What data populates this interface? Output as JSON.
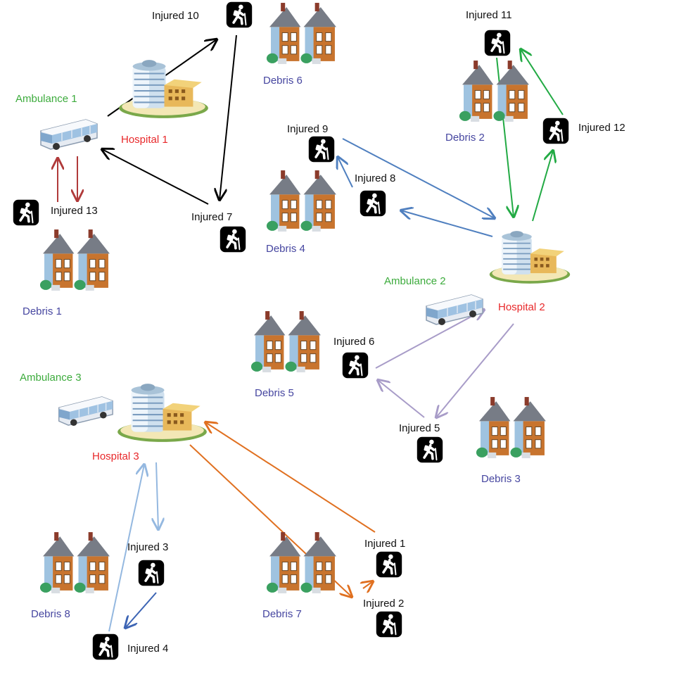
{
  "hospitals": [
    {
      "id": "h1",
      "label": "Hospital 1"
    },
    {
      "id": "h2",
      "label": "Hospital 2"
    },
    {
      "id": "h3",
      "label": "Hospital 3"
    }
  ],
  "ambulances": [
    {
      "id": "a1",
      "label": "Ambulance 1"
    },
    {
      "id": "a2",
      "label": "Ambulance 2"
    },
    {
      "id": "a3",
      "label": "Ambulance 3"
    }
  ],
  "debris": [
    {
      "id": "d1",
      "label": "Debris 1"
    },
    {
      "id": "d2",
      "label": "Debris 2"
    },
    {
      "id": "d3",
      "label": "Debris 3"
    },
    {
      "id": "d4",
      "label": "Debris 4"
    },
    {
      "id": "d5",
      "label": "Debris 5"
    },
    {
      "id": "d6",
      "label": "Debris 6"
    },
    {
      "id": "d7",
      "label": "Debris 7"
    },
    {
      "id": "d8",
      "label": "Debris 8"
    }
  ],
  "injured": [
    {
      "id": "i1",
      "label": "Injured 1"
    },
    {
      "id": "i2",
      "label": "Injured 2"
    },
    {
      "id": "i3",
      "label": "Injured 3"
    },
    {
      "id": "i4",
      "label": "Injured 4"
    },
    {
      "id": "i5",
      "label": "Injured 5"
    },
    {
      "id": "i6",
      "label": "Injured 6"
    },
    {
      "id": "i7",
      "label": "Injured 7"
    },
    {
      "id": "i8",
      "label": "Injured 8"
    },
    {
      "id": "i9",
      "label": "Injured 9"
    },
    {
      "id": "i10",
      "label": "Injured 10"
    },
    {
      "id": "i11",
      "label": "Injured 11"
    },
    {
      "id": "i12",
      "label": "Injured 12"
    },
    {
      "id": "i13",
      "label": "Injured 13"
    }
  ],
  "routes": [
    {
      "name": "ambulance-1-route",
      "color": "#000000"
    },
    {
      "name": "ambulance-1-debris-route",
      "color": "#b03a3a"
    },
    {
      "name": "ambulance-2-upper-route",
      "color": "#22aa44"
    },
    {
      "name": "ambulance-2-middle-route",
      "color": "#4f7fbf"
    },
    {
      "name": "ambulance-2-lower-route",
      "color": "#a89cc8"
    },
    {
      "name": "ambulance-3-left-route",
      "color": "#94b8e0"
    },
    {
      "name": "ambulance-3-left-return",
      "color": "#3c64b4"
    },
    {
      "name": "ambulance-3-right-route",
      "color": "#e07020"
    }
  ],
  "colors": {
    "hospital_label": "#e8282a",
    "ambulance_label": "#3cab3c",
    "debris_label": "#4646a0",
    "injured_label": "#111111",
    "injured_icon_bg": "#000000"
  },
  "icons": {
    "hospital": "hospital-building-icon",
    "ambulance": "bus-icon",
    "debris": "houses-icon",
    "injured": "hiker-icon"
  }
}
